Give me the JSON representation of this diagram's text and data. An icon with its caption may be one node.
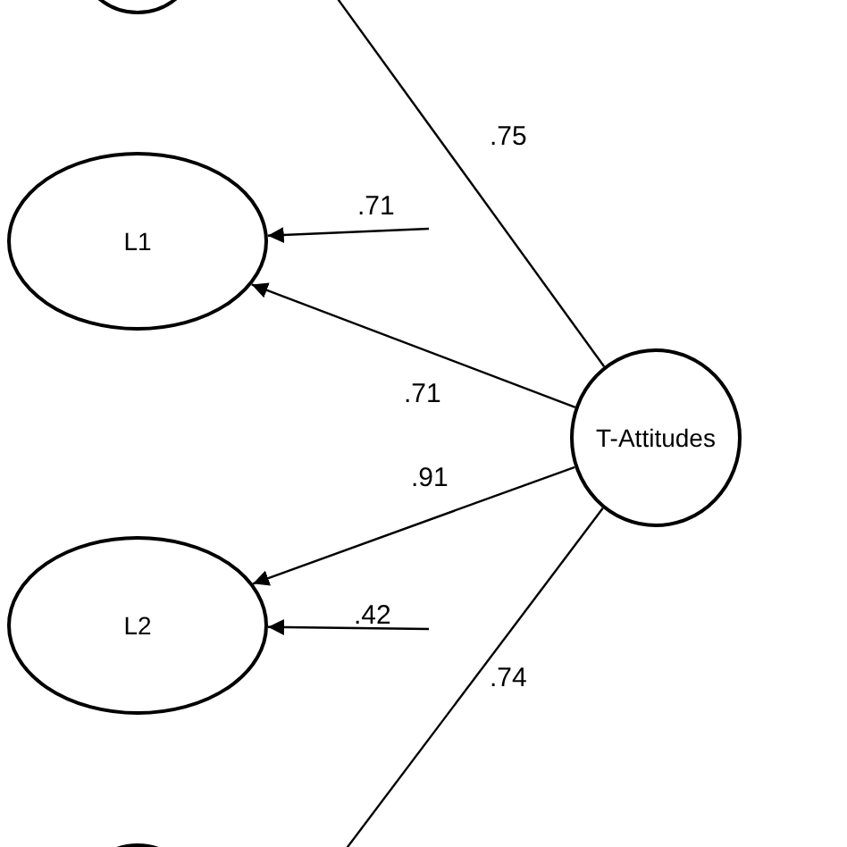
{
  "diagram": {
    "nodes": [
      {
        "text": [],
        "shape": "circle"
      },
      {
        "text": [
          "L1"
        ]
      },
      {
        "text": [
          "T-Attitudes"
        ]
      },
      {
        "text": [
          "L2"
        ]
      },
      {
        "text": [],
        "shape": "circle"
      }
    ],
    "edges": [
      {
        "from": 2,
        "to": null,
        "arrow": "none",
        "label": ".75"
      },
      {
        "from": null,
        "to": 1,
        "arrow": "to",
        "label": ".71"
      },
      {
        "from": 2,
        "to": 1,
        "arrow": "to",
        "label": ".71"
      },
      {
        "from": 2,
        "to": 3,
        "arrow": "to",
        "label": ".91"
      },
      {
        "from": null,
        "to": 3,
        "arrow": "to",
        "label": ".42"
      },
      {
        "from": 2,
        "to": null,
        "arrow": "none",
        "label": ".74"
      }
    ]
  }
}
